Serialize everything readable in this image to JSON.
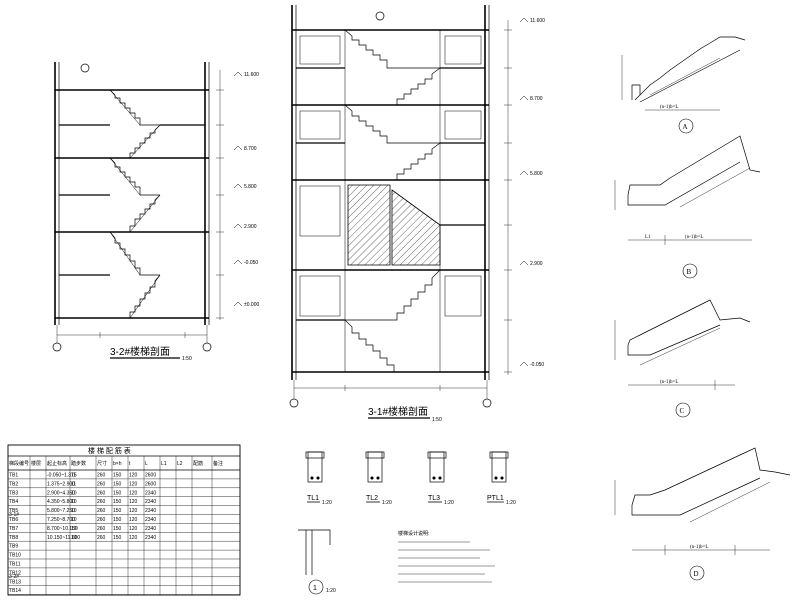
{
  "drawing": {
    "section_left": {
      "title": "3-2#楼梯剖面",
      "scale": "1:50",
      "elev": [
        "11.600",
        "8.700",
        "5.800",
        "2.900",
        "-0.050",
        "±0.000"
      ]
    },
    "section_mid": {
      "title": "3-1#楼梯剖面",
      "scale": "1:50",
      "elev": [
        "11.600",
        "8.700",
        "5.800",
        "2.900",
        "-0.050"
      ]
    },
    "detail_a": {
      "tag": "A",
      "dim": "(n-1)b=L"
    },
    "detail_b": {
      "tag": "B",
      "dim_short": "L1",
      "dim": "(n-1)b=L"
    },
    "detail_c": {
      "tag": "C",
      "dim": "(n-1)b=L"
    },
    "detail_d": {
      "tag": "D",
      "dim": "(n-1)b=L"
    },
    "beams": [
      {
        "label": "TL1",
        "scale": "1:20"
      },
      {
        "label": "TL2",
        "scale": "1:20"
      },
      {
        "label": "TL3",
        "scale": "1:20"
      },
      {
        "label": "PTL1",
        "scale": "1:20"
      }
    ],
    "detail1": {
      "tag": "1",
      "scale": "1:20"
    },
    "notes_title": "楼梯设计说明:",
    "table": {
      "title": "楼 梯 配 筋 表",
      "headers": [
        "梯段编号",
        "楼层",
        "起止标高",
        "踏步数",
        "尺寸",
        "b×h",
        "t",
        "L",
        "L1",
        "L2",
        "配筋",
        "备注"
      ],
      "rows": [
        [
          "TB1",
          "",
          "-0.050~1.375",
          "11",
          "260",
          "150",
          "120",
          "2600",
          "",
          "",
          "",
          ""
        ],
        [
          "TB2",
          "",
          "1.375~2.900",
          "11",
          "260",
          "150",
          "120",
          "2600",
          "",
          "",
          "",
          ""
        ],
        [
          "TB3",
          "",
          "2.900~4.350",
          "10",
          "260",
          "150",
          "120",
          "2340",
          "",
          "",
          "",
          ""
        ],
        [
          "TB4",
          "",
          "4.350~5.800",
          "10",
          "260",
          "150",
          "120",
          "2340",
          "",
          "",
          "",
          ""
        ],
        [
          "TB5",
          "",
          "5.800~7.250",
          "10",
          "260",
          "150",
          "120",
          "2340",
          "",
          "",
          "",
          ""
        ],
        [
          "TB6",
          "",
          "7.250~8.700",
          "10",
          "260",
          "150",
          "120",
          "2340",
          "",
          "",
          "",
          ""
        ],
        [
          "TB7",
          "",
          "8.700~10.150",
          "10",
          "260",
          "150",
          "120",
          "2340",
          "",
          "",
          "",
          ""
        ],
        [
          "TB8",
          "",
          "10.150~11.600",
          "10",
          "260",
          "150",
          "120",
          "2340",
          "",
          "",
          "",
          ""
        ],
        [
          "TB9",
          "",
          "",
          "",
          "",
          "",
          "",
          "",
          "",
          "",
          "",
          ""
        ],
        [
          "TB10",
          "",
          "",
          "",
          "",
          "",
          "",
          "",
          "",
          "",
          "",
          ""
        ],
        [
          "TB11",
          "",
          "",
          "",
          "",
          "",
          "",
          "",
          "",
          "",
          "",
          ""
        ],
        [
          "TB12",
          "",
          "",
          "",
          "",
          "",
          "",
          "",
          "",
          "",
          "",
          ""
        ],
        [
          "TB13",
          "",
          "",
          "",
          "",
          "",
          "",
          "",
          "",
          "",
          "",
          ""
        ],
        [
          "TB14",
          "",
          "",
          "",
          "",
          "",
          "",
          "",
          "",
          "",
          "",
          ""
        ]
      ],
      "side_labels": [
        "3-1#",
        "3-2#"
      ]
    }
  }
}
